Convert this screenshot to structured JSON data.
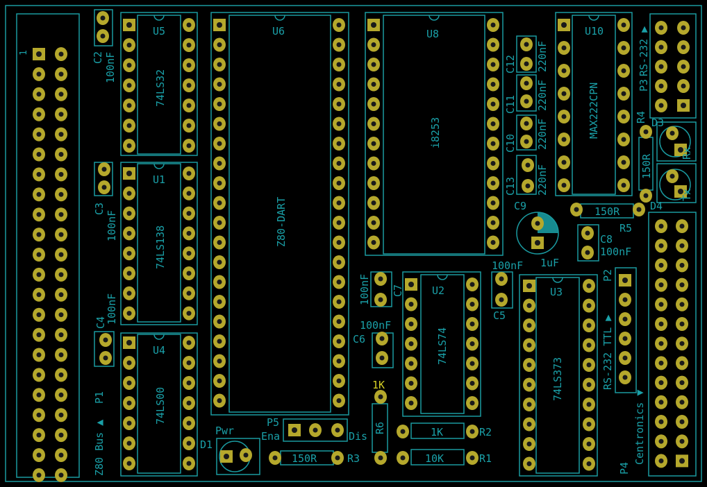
{
  "colors": {
    "background": "#000000",
    "outline": "#1a9aa0",
    "pad": "#b5a82c",
    "pad_hole": "#1a1a1a",
    "text": "#1aa0a8",
    "highlight": "#d6d025"
  },
  "connectors": {
    "p1": {
      "ref": "P1",
      "label": "Z80 Bus ▲",
      "pin1": "1"
    },
    "p2": {
      "ref": "P2",
      "label": "RS-232 TTL ▶"
    },
    "p3": {
      "ref": "P3",
      "label": "RS-232 ▶"
    },
    "p4": {
      "ref": "P4",
      "label": "Centronics ▼"
    },
    "p5": {
      "ref": "P5",
      "left": "Ena",
      "right": "Dis"
    }
  },
  "chips": [
    {
      "id": "u5",
      "ref": "U5",
      "part": "74LS32"
    },
    {
      "id": "u1",
      "ref": "U1",
      "part": "74LS138"
    },
    {
      "id": "u4",
      "ref": "U4",
      "part": "74LS00"
    },
    {
      "id": "u6",
      "ref": "U6",
      "part": "Z80-DART"
    },
    {
      "id": "u8",
      "ref": "U8",
      "part": "i8253"
    },
    {
      "id": "u10",
      "ref": "U10",
      "part": "MAX222CPN"
    },
    {
      "id": "u2",
      "ref": "U2",
      "part": "74LS74"
    },
    {
      "id": "u3",
      "ref": "U3",
      "part": "74LS373"
    }
  ],
  "caps": [
    {
      "id": "c2",
      "ref": "C2",
      "value": "100nF"
    },
    {
      "id": "c3",
      "ref": "C3",
      "value": "100nF"
    },
    {
      "id": "c4",
      "ref": "C4",
      "value": "100nF"
    },
    {
      "id": "c5",
      "ref": "C5",
      "value": "100nF"
    },
    {
      "id": "c6",
      "ref": "C6",
      "value": "100nF"
    },
    {
      "id": "c7",
      "ref": "C7",
      "value": "100nF"
    },
    {
      "id": "c8",
      "ref": "C8",
      "value": "100nF"
    },
    {
      "id": "c9",
      "ref": "C9",
      "value": "1uF"
    },
    {
      "id": "c10",
      "ref": "C10",
      "value": "220nF"
    },
    {
      "id": "c11",
      "ref": "C11",
      "value": "220nF"
    },
    {
      "id": "c12",
      "ref": "C12",
      "value": "220nF"
    },
    {
      "id": "c13",
      "ref": "C13",
      "value": "220nF"
    }
  ],
  "resistors": [
    {
      "id": "r1",
      "ref": "R1",
      "value": "10K"
    },
    {
      "id": "r2",
      "ref": "R2",
      "value": "1K"
    },
    {
      "id": "r3",
      "ref": "R3",
      "value": "150R"
    },
    {
      "id": "r4",
      "ref": "R4",
      "value": "150R"
    },
    {
      "id": "r5",
      "ref": "R5",
      "value": "150R"
    },
    {
      "id": "r6",
      "ref": "R6",
      "value": "1K"
    }
  ],
  "leds": [
    {
      "id": "d1",
      "ref": "D1",
      "label": "Pwr"
    },
    {
      "id": "d3",
      "ref": "D3",
      "label": "Rx"
    },
    {
      "id": "d4",
      "ref": "D4",
      "label": "Tx"
    }
  ]
}
